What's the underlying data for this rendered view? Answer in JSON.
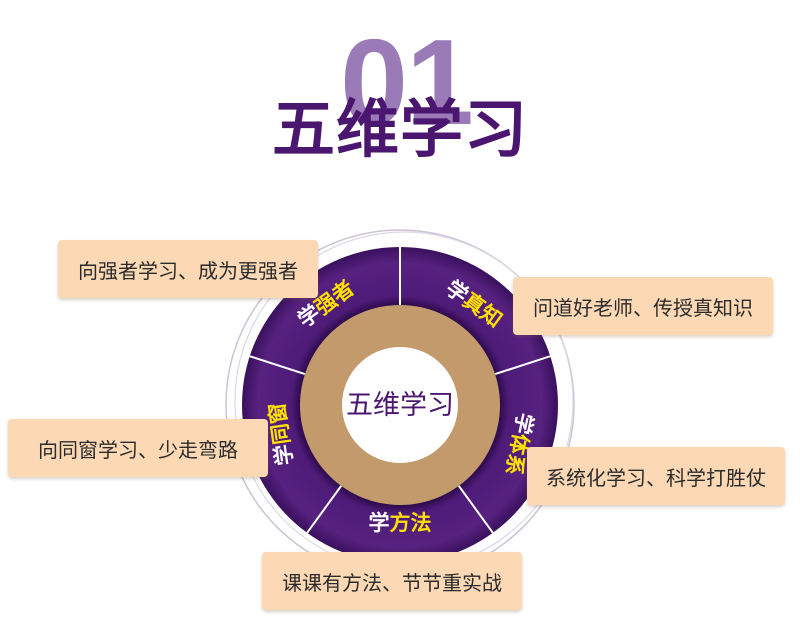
{
  "header": {
    "number": "01",
    "title": "五维学习"
  },
  "diagram": {
    "center_label": "五维学习",
    "segments": [
      {
        "prefix": "学",
        "highlight": "强者",
        "callout": "向强者学习、成为更强者"
      },
      {
        "prefix": "学",
        "highlight": "真知",
        "callout": "问道好老师、传授真知识"
      },
      {
        "prefix": "学",
        "highlight": "体系",
        "callout": "系统化学习、科学打胜仗"
      },
      {
        "prefix": "学",
        "highlight": "方法",
        "callout": "课课有方法、节节重实战"
      },
      {
        "prefix": "学",
        "highlight": "同窗",
        "callout": "向同窗学习、少走弯路"
      }
    ]
  },
  "colors": {
    "number": "#9a7bb7",
    "title": "#4b1670",
    "ring": "#4e1b78",
    "tan": "#c29a6c",
    "highlight": "#ffe000",
    "callout_bg": "#fcd8b5"
  }
}
